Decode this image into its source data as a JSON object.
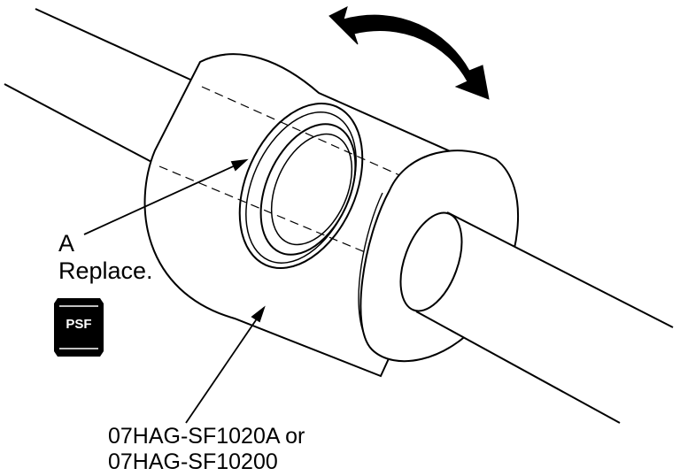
{
  "callout_a": {
    "letter": "A",
    "text": "Replace."
  },
  "badge": {
    "label": "PSF",
    "color": "#000000",
    "text_color": "#ffffff"
  },
  "tool": {
    "line1": "07HAG-SF1020A or",
    "line2": "07HAG-SF10200"
  },
  "colors": {
    "ink": "#000000",
    "paper": "#ffffff"
  },
  "icons": {
    "rotation": "curved-double-arrow"
  }
}
